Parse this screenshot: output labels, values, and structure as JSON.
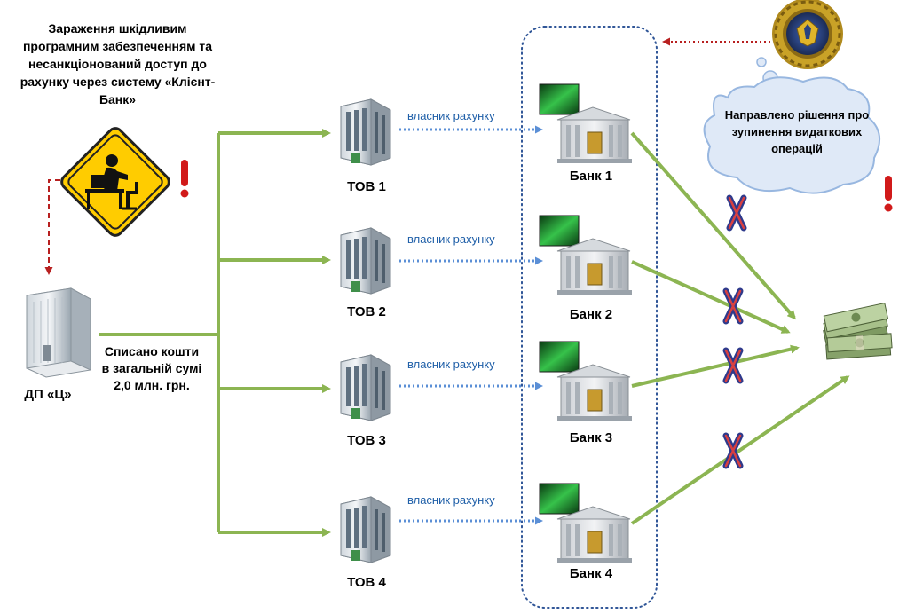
{
  "infection_note": "Зараження шкідливим програмним забезпеченням та несанкціонований доступ до рахунку через систему «Клієнт-Банк»",
  "source_company": "ДП «Ц»",
  "transfer_note": "Списано кошти в загальній сумі 2,0 млн. грн.",
  "decision_note": "Направлено рішення про зупинення видаткових операцій",
  "owner_label": "власник рахунку",
  "companies": [
    "ТОВ 1",
    "ТОВ 2",
    "ТОВ 3",
    "ТОВ 4"
  ],
  "banks": [
    "Банк 1",
    "Банк 2",
    "Банк 3",
    "Банк 4"
  ],
  "icons": {
    "warning_sign": "hacker-warning-icon",
    "alert": "exclamation-icon",
    "source_building": "office-building-icon",
    "company_building": "office-building-icon",
    "bank_building": "bank-icon",
    "money": "money-stack-icon",
    "emblem": "emblem-icon",
    "blocked": "x-mark-icon"
  },
  "colors": {
    "green_arrow": "#8cb552",
    "blue_arrow": "#5b8fd6",
    "red_arrow": "#b82020",
    "cloud_fill": "#dfe9f7",
    "cloud_stroke": "#98b7e0",
    "x_mark": "#2e3a8c",
    "warning_fill": "#ffcc00"
  }
}
